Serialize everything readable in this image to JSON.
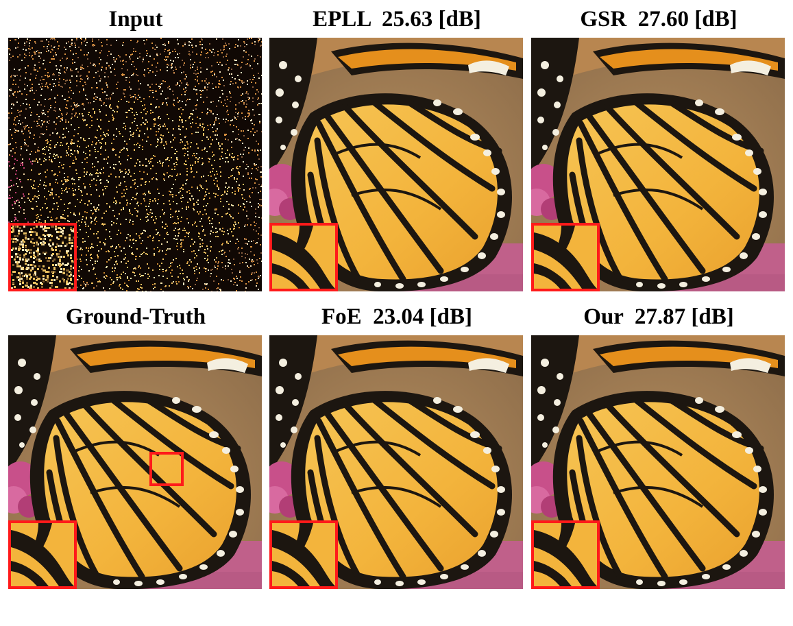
{
  "panels": [
    {
      "id": "input",
      "title": "Input",
      "kind": "noisy"
    },
    {
      "id": "epll",
      "title": "EPLL  25.63 [dB]",
      "kind": "restored"
    },
    {
      "id": "gsr",
      "title": "GSR  27.60 [dB]",
      "kind": "restored"
    },
    {
      "id": "gt",
      "title": "Ground-Truth",
      "kind": "truth"
    },
    {
      "id": "foe",
      "title": "FoE  23.04 [dB]",
      "kind": "restored"
    },
    {
      "id": "our",
      "title": "Our  27.87 [dB]",
      "kind": "restored"
    }
  ],
  "colors": {
    "background": "#ffffff",
    "inset_border": "#ff1a1a",
    "wing_orange": "#f3b43c",
    "wing_dark_orange": "#e58f1c",
    "vein_black": "#1c1610",
    "spot_white": "#f4efe0",
    "flower_pink": "#c8508a",
    "backdrop_tan": "#a8845a"
  }
}
